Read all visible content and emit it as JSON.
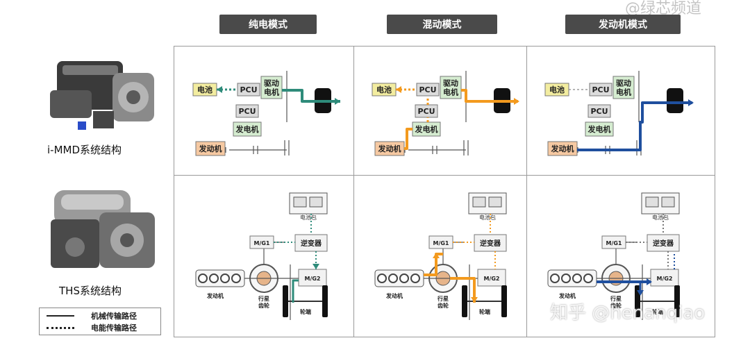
{
  "modes": [
    "纯电模式",
    "混动模式",
    "发动机模式"
  ],
  "row_labels": {
    "immd": "i-MMD系统结构",
    "ths": "THS系统结构"
  },
  "legend": {
    "mechanical": "机械传输路径",
    "electrical": "电能传输路径"
  },
  "immd": {
    "battery": "电池",
    "pcu": "PCU",
    "drive_motor": "驱动\n电机",
    "generator": "发电机",
    "engine": "发动机"
  },
  "ths": {
    "battery": "电池包",
    "inverter": "逆变器",
    "mg1": "M/G1",
    "mg2": "M/G2",
    "engine": "发动机",
    "planetary": "行星\n齿轮",
    "wheel": "轮端"
  },
  "watermarks": {
    "top": "@绿芯频道",
    "bottom": "知乎 @henanqiao"
  },
  "colors": {
    "ev": "#2e8b7a",
    "hybrid": "#f39a1e",
    "engine": "#1f4f9e",
    "battery_box": "#f3eda0",
    "motor_box": "#d5ecd0",
    "engine_box": "#f6c9a2",
    "pcu_box": "#dcdcdc"
  }
}
